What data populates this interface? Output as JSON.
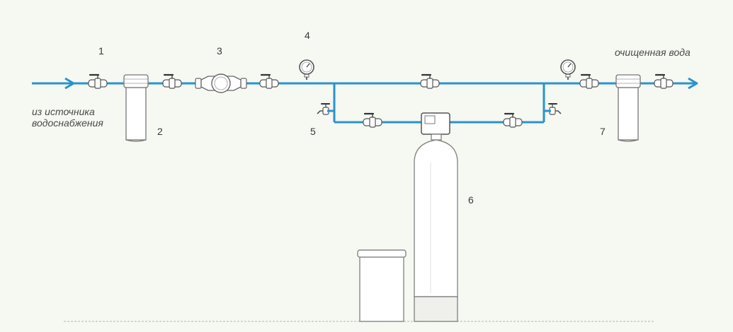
{
  "captions": {
    "source_line1": "из источника",
    "source_line2": "водоснабжения",
    "output": "очищенная вода"
  },
  "component_numbers": [
    "1",
    "2",
    "3",
    "4",
    "5",
    "6",
    "7"
  ],
  "colors": {
    "pipe": "#2a93cc",
    "equipment_stroke": "#7a7a7a",
    "valve_fill": "#ffffff",
    "ground": "#c8ccc2",
    "background": "#f6f8f2"
  }
}
